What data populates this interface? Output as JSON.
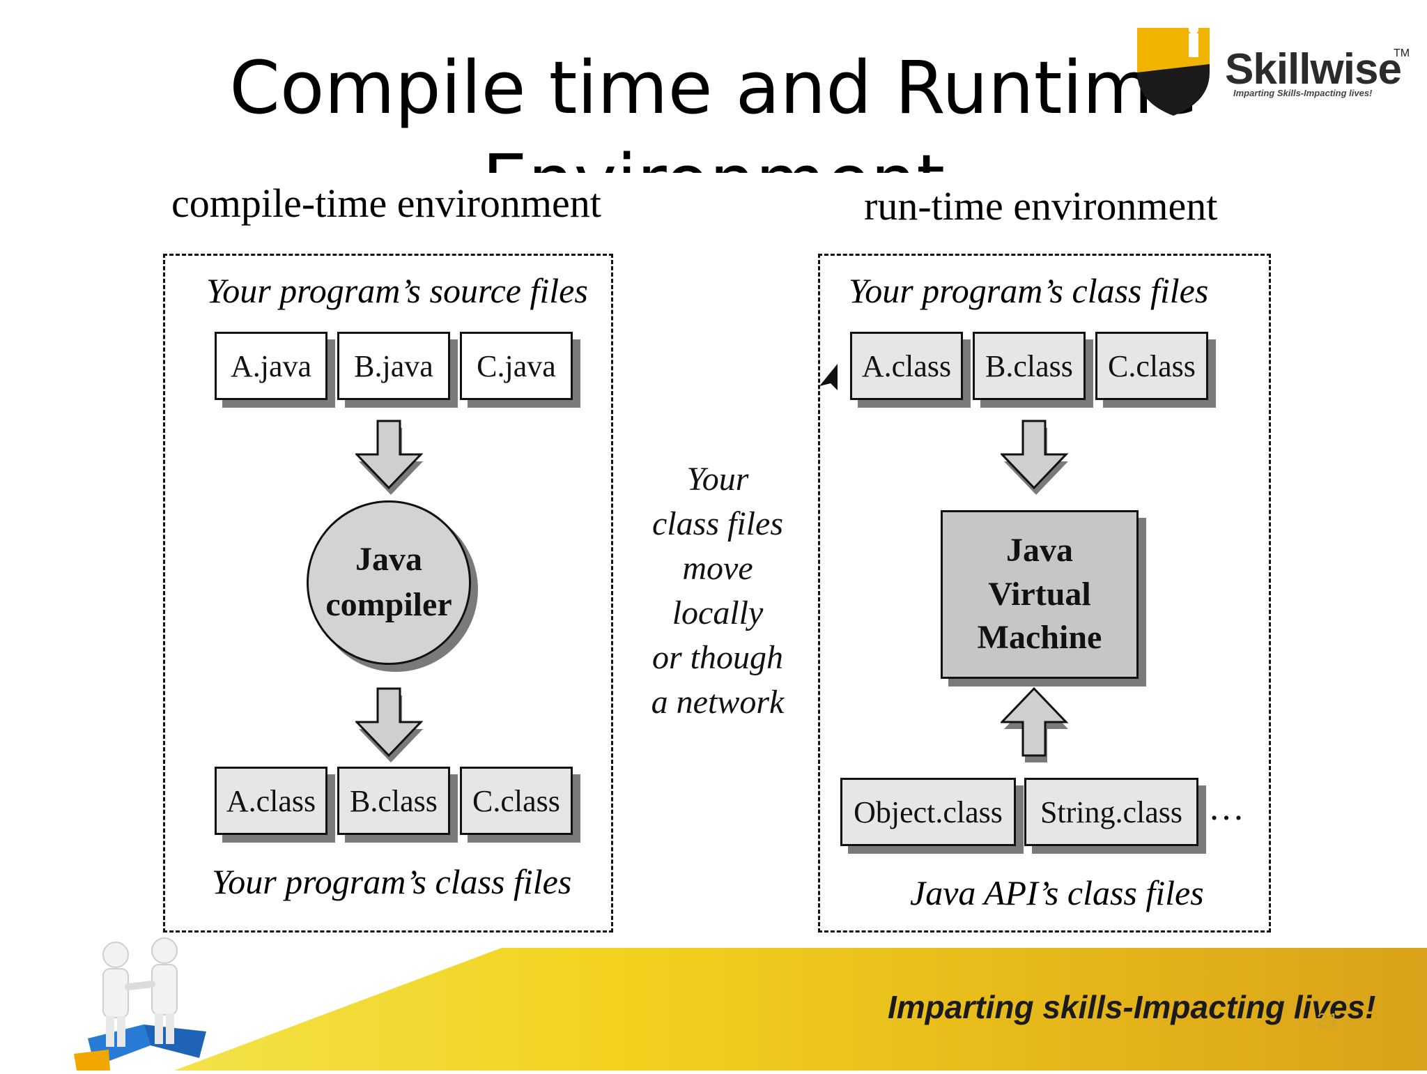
{
  "slide": {
    "title_line1": "Compile time and Runtime",
    "title_line2": "Environment",
    "number": "21"
  },
  "brand": {
    "name": "Skillwise",
    "trademark": "TM",
    "subtitle": "Imparting Skills-Impacting lives!",
    "tagline": "Imparting skills-Impacting lives!"
  },
  "compile": {
    "heading": "compile-time environment",
    "source_caption": "Your program’s source files",
    "source_files": [
      "A.java",
      "B.java",
      "C.java"
    ],
    "compiler_line1": "Java",
    "compiler_line2": "compiler",
    "class_files": [
      "A.class",
      "B.class",
      "C.class"
    ],
    "class_caption": "Your program’s class files"
  },
  "middle": {
    "lines": [
      "Your",
      "class files",
      "move",
      "locally",
      "or though",
      "a network"
    ]
  },
  "runtime": {
    "heading": "run-time environment",
    "class_caption": "Your program’s class files",
    "class_files": [
      "A.class",
      "B.class",
      "C.class"
    ],
    "jvm_line1": "Java",
    "jvm_line2": "Virtual",
    "jvm_line3": "Machine",
    "api_files": [
      "Object.class",
      "String.class"
    ],
    "ellipsis": "…",
    "api_caption": "Java API’s class files"
  }
}
